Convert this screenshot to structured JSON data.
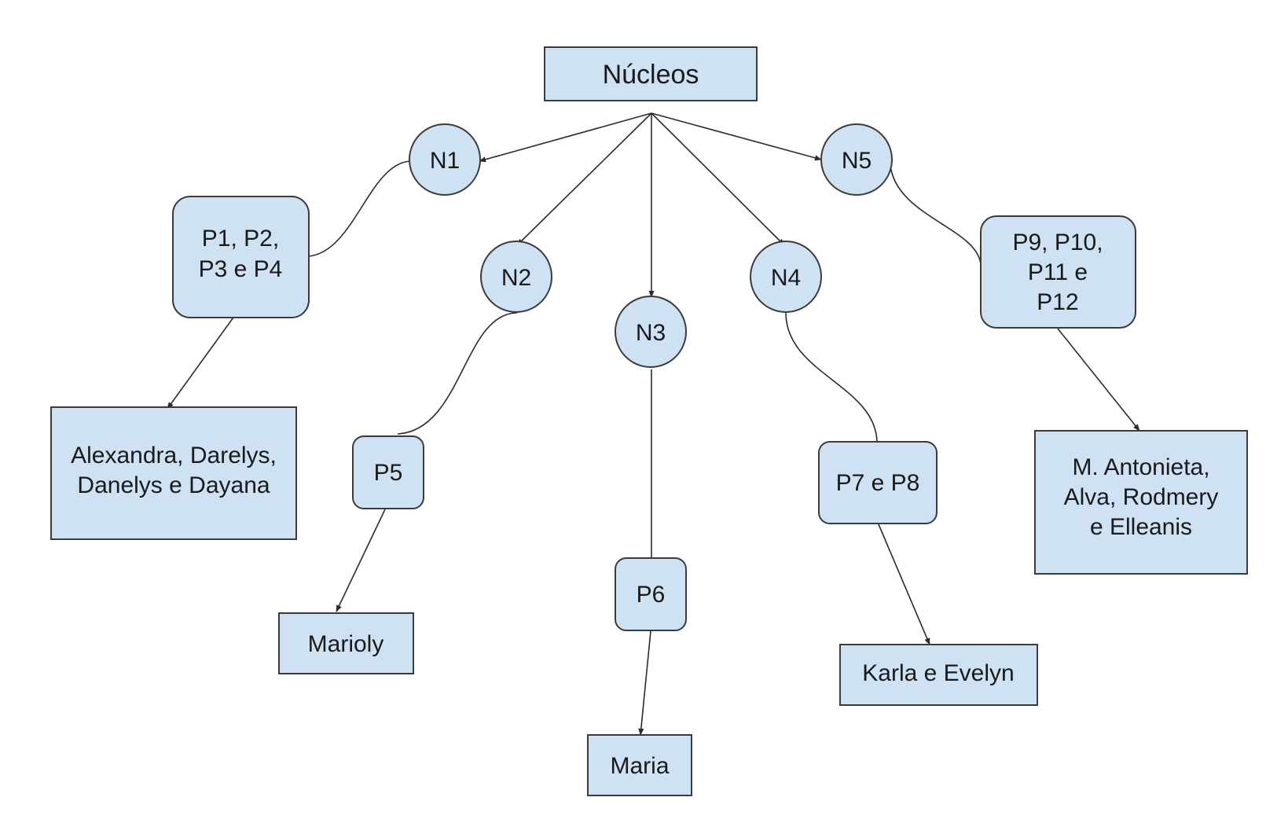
{
  "root": {
    "label": "Núcleos"
  },
  "nucleos": [
    {
      "id": "N1",
      "label": "N1",
      "groups": "P1, P2, P3 e P4",
      "groups_lines": [
        "P1, P2,",
        "P3 e P4"
      ],
      "people_lines": [
        "Alexandra, Darelys,",
        "Danelys e Dayana"
      ]
    },
    {
      "id": "N2",
      "label": "N2",
      "groups": "P5",
      "groups_lines": [
        "P5"
      ],
      "people_lines": [
        "Marioly"
      ]
    },
    {
      "id": "N3",
      "label": "N3",
      "groups": "P6",
      "groups_lines": [
        "P6"
      ],
      "people_lines": [
        "Maria"
      ]
    },
    {
      "id": "N4",
      "label": "N4",
      "groups": "P7 e P8",
      "groups_lines": [
        "P7 e P8"
      ],
      "people_lines": [
        "Karla e Evelyn"
      ]
    },
    {
      "id": "N5",
      "label": "N5",
      "groups": "P9, P10, P11 e P12",
      "groups_lines": [
        "P9, P10,",
        "P11 e",
        "P12"
      ],
      "people_lines": [
        "M. Antonieta,",
        "Alva, Rodmery",
        "e Elleanis"
      ]
    }
  ],
  "colors": {
    "fill": "#cfe2f3",
    "stroke": "#3b3b3b",
    "edge": "#2b2b2b"
  }
}
